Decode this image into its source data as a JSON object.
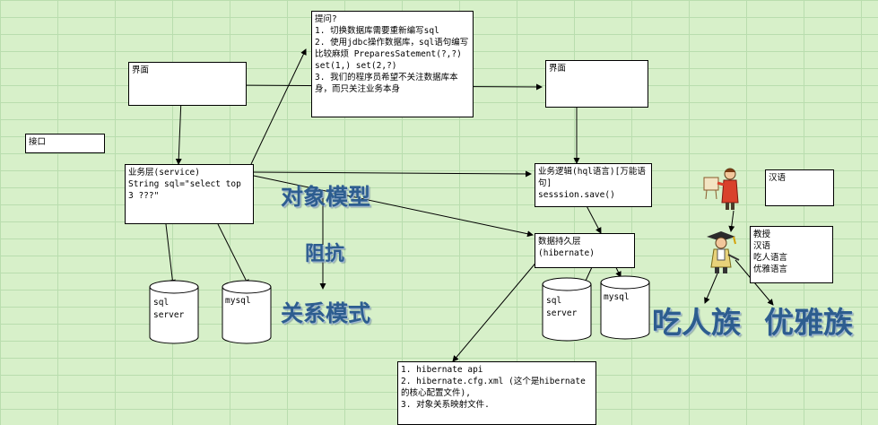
{
  "boxes": {
    "ui_left": "界面",
    "interface": "接口",
    "service": "业务层(service)\nString sql=\"select top 3 ???\"",
    "question": "提问?\n1. 切换数据库需要重新编写sql\n2. 使用jdbc操作数据库，sql语句编写比较麻烦 PreparesSatement(?,?)\nset(1,) set(2,?)\n3. 我们的程序员希望不关注数据库本身，而只关注业务本身",
    "ui_right": "界面",
    "business_logic": "业务逻辑(hql语言)[万能语句]\nsesssion.save()",
    "persistence": "数据持久层\n(hibernate)",
    "hibernate_notes": "1. hibernate api\n2. hibernate.cfg.xml (这个是hibernate的核心配置文件),\n3. 对象关系映射文件.",
    "chinese": "汉语",
    "professor": "教授\n汉语\n吃人语言\n优雅语言"
  },
  "cylinders": {
    "sql_server_left": "sql\nserver",
    "mysql_left": "mysql",
    "sql_server_right": "sql\nserver",
    "mysql_right": "mysql"
  },
  "big_labels": {
    "object_model": "对象模型",
    "impedance": "阻抗",
    "relational_model": "关系模式",
    "cannibals": "吃人族",
    "elegant": "优雅族"
  },
  "colors": {
    "grid_bg": "#d7f0c9",
    "grid_line": "#b9ddae",
    "big_text": "#2d5d8f"
  }
}
